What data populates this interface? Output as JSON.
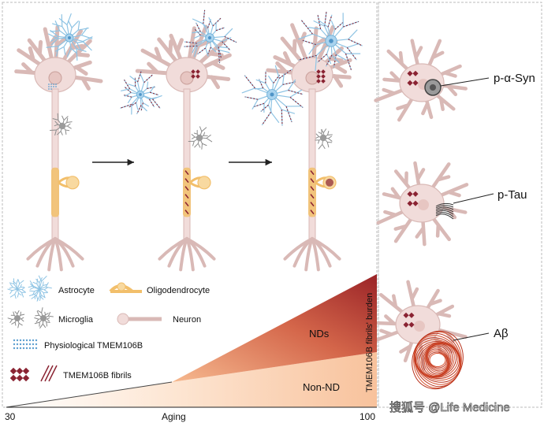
{
  "legend": {
    "astrocyte": "Astrocyte",
    "oligodendrocyte": "Oligodendrocyte",
    "microglia": "Microglia",
    "neuron": "Neuron",
    "physiological": "Physiological TMEM106B",
    "fibrils": "TMEM106B fibrils"
  },
  "panels": {
    "syn": "p-α-Syn",
    "tau": "p-Tau",
    "abeta": "Aβ"
  },
  "burden": {
    "nds": "NDs",
    "non_nd": "Non-ND",
    "axis_label": "TMEM106B fibrils' burden"
  },
  "axis": {
    "start": "30",
    "label": "Aging",
    "end": "100"
  },
  "watermark": "搜狐号 @Life Medicine",
  "colors": {
    "neuron_fill": "#f1dcda",
    "neuron_stroke": "#d9b9b6",
    "astro_blue": "#8fc4e4",
    "fibril_red": "#8a2332",
    "oligo": "#f2bf6b",
    "nd_dark": "#9c2a2a",
    "nonnd_light": "#f7c9a4"
  }
}
